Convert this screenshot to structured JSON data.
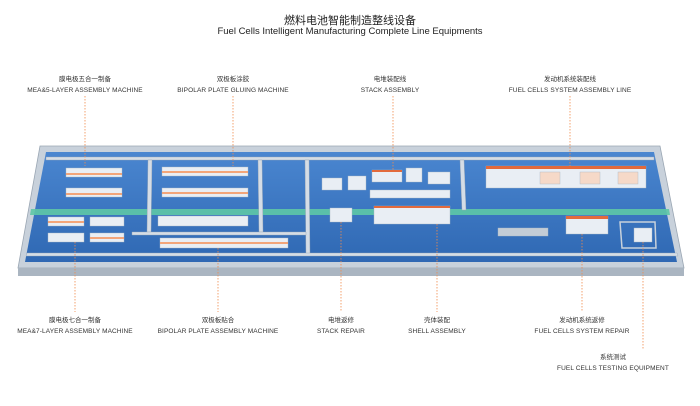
{
  "title": {
    "cn": "燃料电池智能制造整线设备",
    "en": "Fuel Cells Intelligent Manufacturing Complete Line Equipments"
  },
  "top_labels": [
    {
      "id": "mea5",
      "cn": "膜电极五合一制备",
      "en": "MEA&5-LAYER ASSEMBLY MACHINE"
    },
    {
      "id": "gluing",
      "cn": "双极板涂胶",
      "en": "BIPOLAR PLATE GLUING MACHINE"
    },
    {
      "id": "stack",
      "cn": "电堆装配线",
      "en": "STACK ASSEMBLY"
    },
    {
      "id": "system",
      "cn": "发动机系统装配线",
      "en": "FUEL CELLS SYSTEM ASSEMBLY LINE"
    }
  ],
  "bottom_labels": [
    {
      "id": "mea7",
      "cn": "膜电极七合一制备",
      "en": "MEA&7-LAYER ASSEMBLY MACHINE"
    },
    {
      "id": "bpassembly",
      "cn": "双极板贴合",
      "en": "BIPOLAR PLATE ASSEMBLY MACHINE"
    },
    {
      "id": "repair",
      "cn": "电堆返修",
      "en": "STACK REPAIR"
    },
    {
      "id": "shell",
      "cn": "壳体装配",
      "en": "SHELL ASSEMBLY"
    },
    {
      "id": "sysrepair",
      "cn": "发动机系统返修",
      "en": "FUEL CELLS SYSTEM REPAIR"
    },
    {
      "id": "testing",
      "cn": "系统测试",
      "en": "FUEL CELLS TESTING EQUIPMENT"
    }
  ],
  "colors": {
    "floor": "#3d78c7",
    "floor_dark": "#2d5f9e",
    "wall": "#c9d2dc",
    "stripe": "#4fc3a1",
    "leader": "#f08a4b",
    "machine": "#e8edf3",
    "accent": "#e26a3c"
  }
}
